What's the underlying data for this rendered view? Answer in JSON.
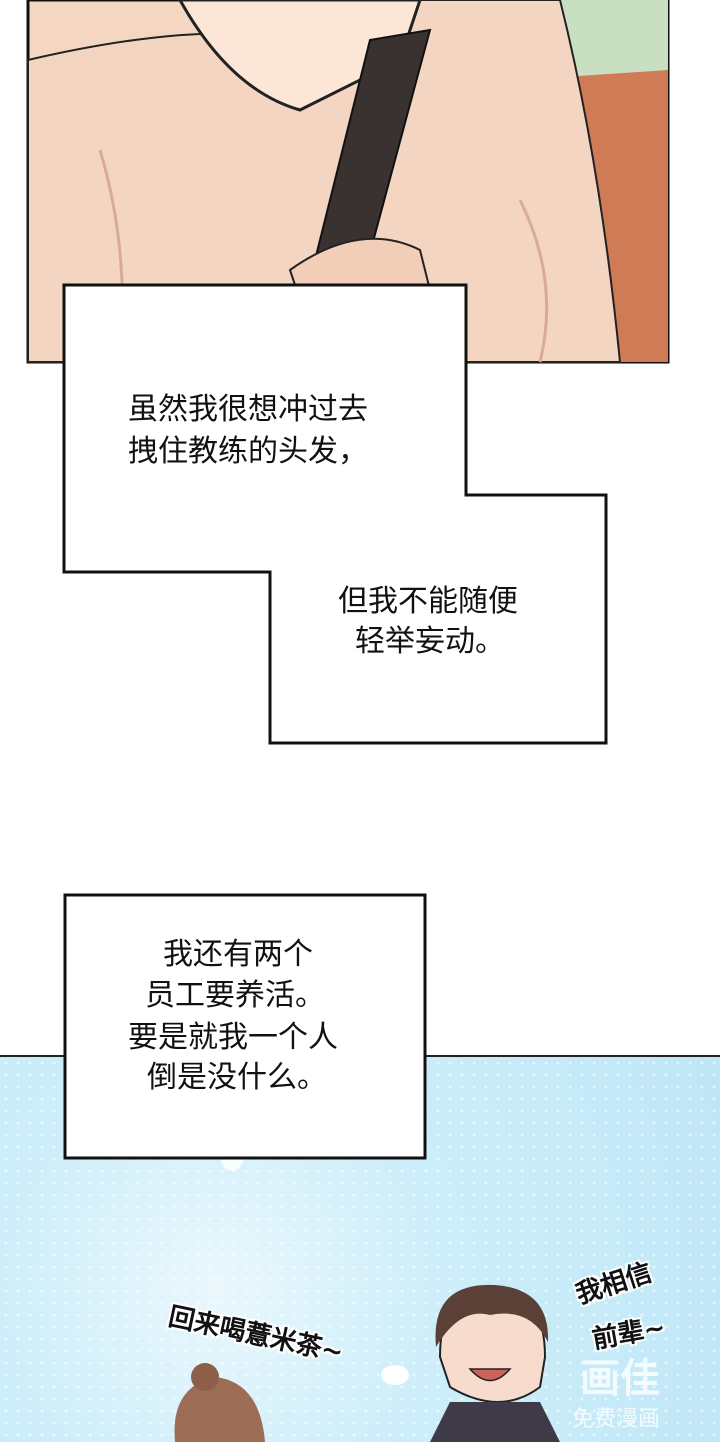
{
  "bubble1": {
    "lines": [
      "虽然我很想冲过去",
      "拽住教练的头发，"
    ]
  },
  "bubble2": {
    "lines": [
      "但我不能随便",
      "轻举妄动。"
    ]
  },
  "bubble3": {
    "lines": [
      "我还有两个",
      "员工要养活。",
      "要是就我一个人",
      "倒是没什么。"
    ]
  },
  "sfx": {
    "left": "回来喝薏米茶~",
    "right_line1": "我相信",
    "right_line2": "前辈~"
  },
  "watermark": {
    "logo": "画佳",
    "caption": "免费漫画"
  },
  "colors": {
    "skin": "#f3d3bd",
    "shirt_shadow": "#e2b8a0",
    "track": "#d0744f",
    "sky_blue": "#c6ebf8"
  }
}
